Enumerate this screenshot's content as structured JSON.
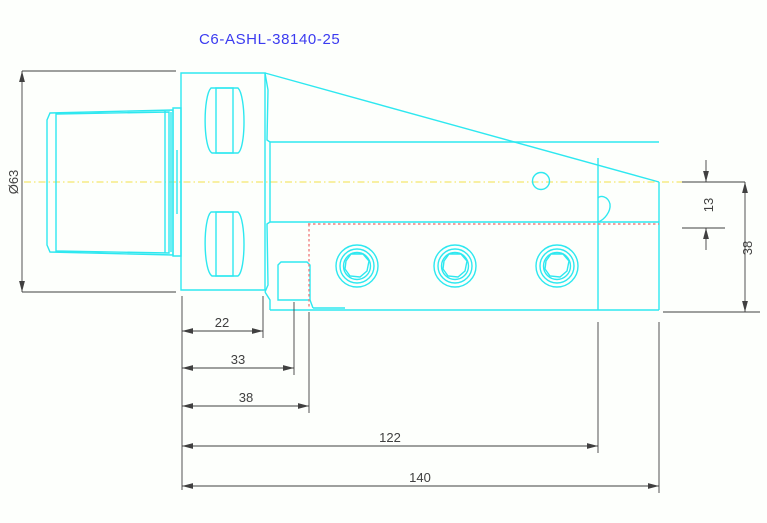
{
  "drawing": {
    "title": "C6-ASHL-38140-25",
    "title_color": "#3b3bf0",
    "background_color": "#fdfffc",
    "body_line_color": "#2ee8f0",
    "hidden_line_color": "#f08080",
    "center_line_color": "#f5e642",
    "dimension_color": "#404040",
    "view": "side-elevation",
    "part_type": "turning-toolholder"
  },
  "dimensions": {
    "diameter_left": "Ø63",
    "height_small_right": "13",
    "height_large_right": "38",
    "length_22": "22",
    "length_33": "33",
    "length_38": "38",
    "length_122": "122",
    "length_140": "140"
  },
  "features": {
    "coupling_slot_top": "coupling-drive-slot",
    "coupling_slot_bottom": "coupling-drive-slot",
    "screw_hole_1": "socket-screw-hole",
    "screw_hole_2": "socket-screw-hole",
    "screw_hole_3": "socket-screw-hole",
    "coolant_hole": "coolant-outlet-hole",
    "insert_seat_notch": "insert-seat-notch"
  }
}
